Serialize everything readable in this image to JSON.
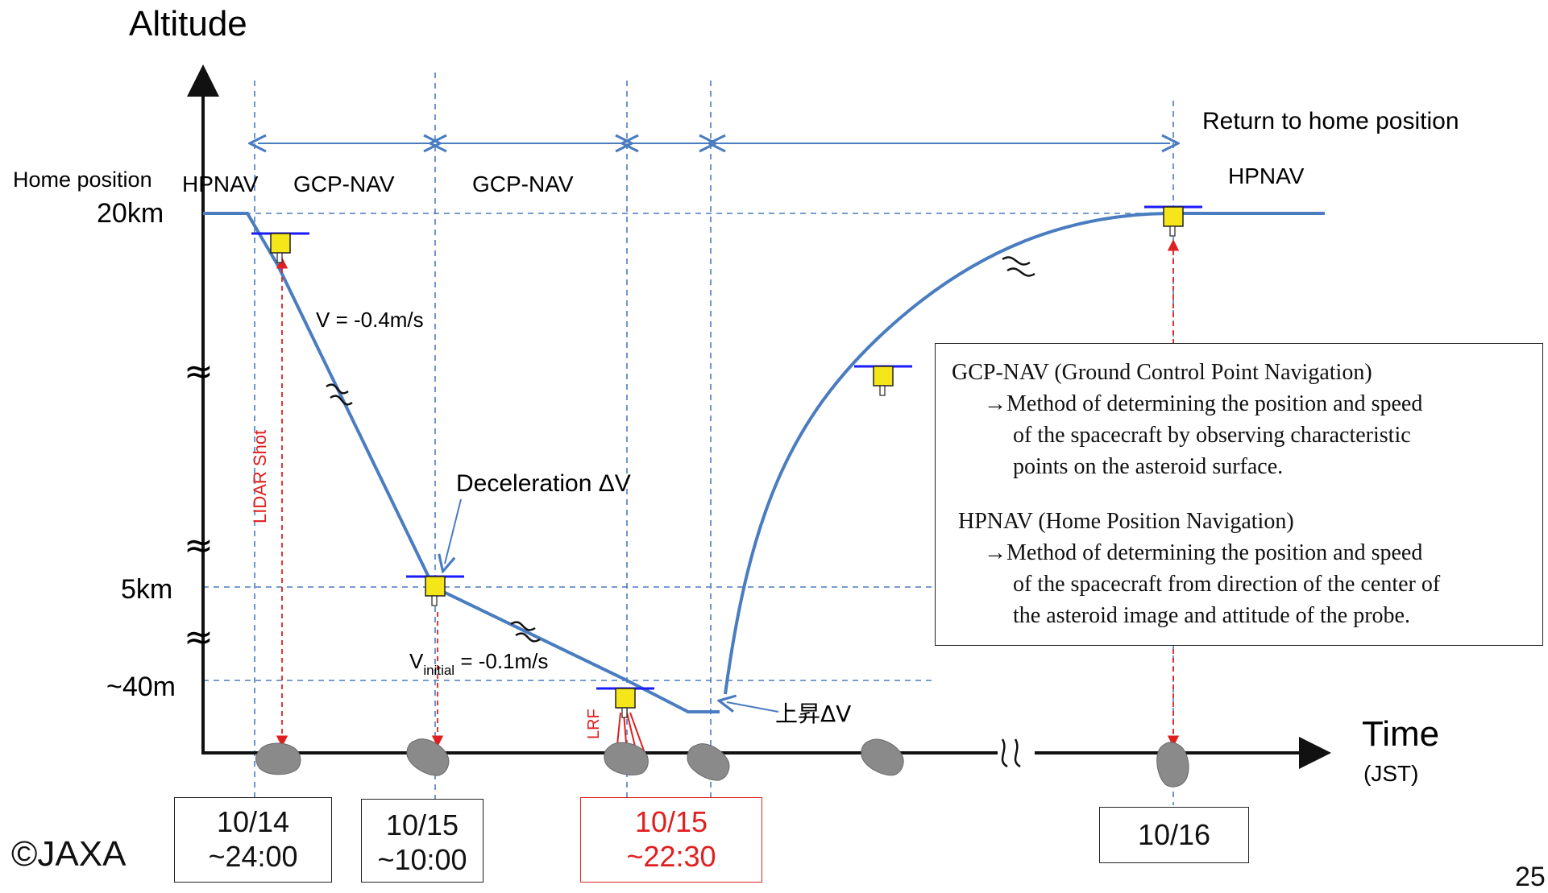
{
  "axes": {
    "y_label": "Altitude",
    "x_label": "Time",
    "x_unit": "(JST)"
  },
  "altitude_labels": {
    "home_position": "Home position",
    "km20": "20km",
    "km5": "5km",
    "m40": "~40m"
  },
  "phases": {
    "hpnav_left": "HPNAV",
    "gcp_nav_1": "GCP-NAV",
    "gcp_nav_2": "GCP-NAV",
    "hpnav_right": "HPNAV",
    "return_home": "Return to home position"
  },
  "annotations": {
    "velocity_descent": "V = -0.4m/s",
    "deceleration": "Deceleration ΔV",
    "v_initial_main": "V",
    "v_initial_sub": "initial",
    "v_initial_value": " = -0.1m/s",
    "ascent": "上昇ΔV",
    "lidar": "LIDAR Shot",
    "lrf": "LRF",
    "tilde": "≈"
  },
  "legend": {
    "gcp_title": "GCP-NAV (Ground Control Point Navigation)",
    "gcp_line1": "→Method of determining the position and speed",
    "gcp_line2": "of the spacecraft by observing characteristic",
    "gcp_line3": "points on the asteroid surface.",
    "hp_title": "HPNAV (Home Position Navigation)",
    "hp_line1": "→Method of determining the position and speed",
    "hp_line2": "of the spacecraft from direction of the center of",
    "hp_line3": "the asteroid image and attitude of the probe."
  },
  "dates": [
    {
      "line1": "10/14",
      "line2": "~24:00"
    },
    {
      "line1": "10/15",
      "line2": "~10:00"
    },
    {
      "line1": "10/15",
      "line2": "~22:30"
    },
    {
      "line1": "10/16",
      "line2": ""
    }
  ],
  "footer": {
    "copyright": "©JAXA",
    "page_number": "25"
  },
  "colors": {
    "trajectory": "#4a7cc0",
    "guide": "#4a7cc0",
    "spacecraft_body": "#f5e61a",
    "solar_panel": "#1a1aff",
    "laser": "#e02020",
    "asteroid": "#8a8a8a",
    "highlight_date": "#e02020"
  }
}
